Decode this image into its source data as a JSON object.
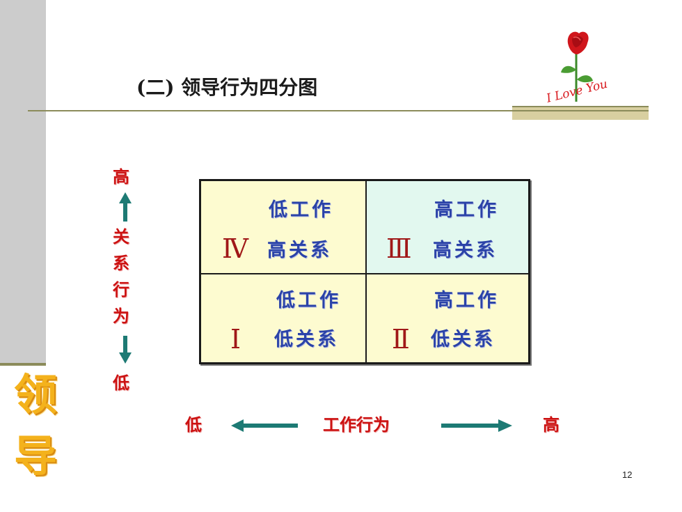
{
  "title": "(二) 领导行为四分图",
  "logo": {
    "script_text": "I Love You",
    "flower": "rose-icon"
  },
  "y_axis": {
    "high": "高",
    "label_chars": [
      "关",
      "系",
      "行",
      "为"
    ],
    "low": "低"
  },
  "x_axis": {
    "low": "低",
    "label": "工作行为",
    "high": "高"
  },
  "quadrants": [
    {
      "id": "IV",
      "roman": "Ⅳ",
      "line1": "低工作",
      "line2": "高关系",
      "fill": "#fdfbd0"
    },
    {
      "id": "III",
      "roman": "Ⅲ",
      "line1": "高工作",
      "line2": "高关系",
      "fill": "#e2f8ef"
    },
    {
      "id": "I",
      "roman": "Ⅰ",
      "line1": "低工作",
      "line2": "低关系",
      "fill": "#fdfbd0"
    },
    {
      "id": "II",
      "roman": "Ⅱ",
      "line1": "高工作",
      "line2": "低关系",
      "fill": "#fdfbd0"
    }
  ],
  "side_label_chars": [
    "领",
    "导"
  ],
  "page_number": "12",
  "colors": {
    "arrow": "#1d7a74",
    "axis_text": "#cc1111",
    "quadrant_text": "#2b43a8",
    "roman": "#a01818"
  }
}
